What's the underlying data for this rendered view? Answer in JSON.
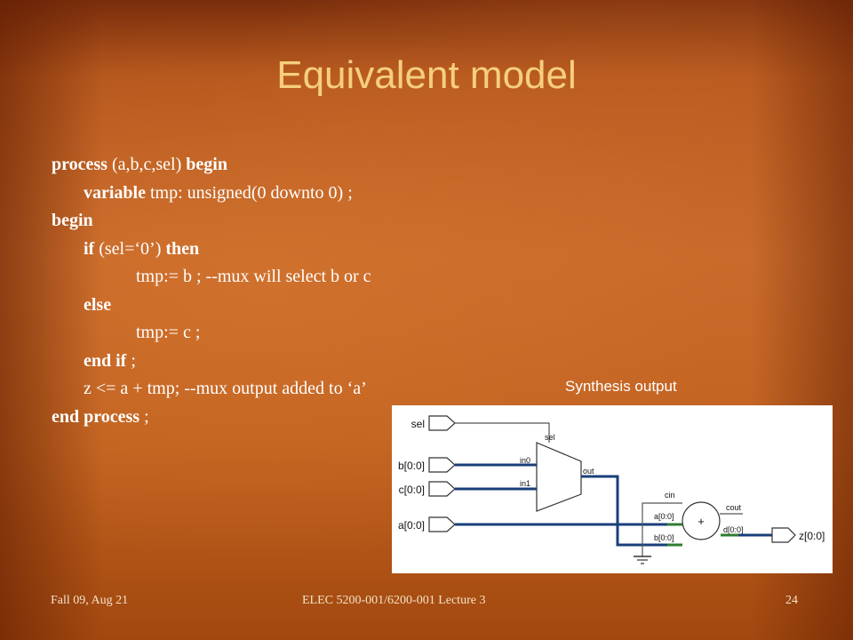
{
  "slide": {
    "title": "Equivalent model"
  },
  "code": {
    "l1_kw1": "process",
    "l1_text": " (a,b,c,sel) ",
    "l1_kw2": "begin",
    "l2_kw": "variable",
    "l2_text": " tmp: unsigned(0 downto 0) ;",
    "l3_kw": "begin",
    "l4_kw1": "if",
    "l4_text": " (sel=‘0’) ",
    "l4_kw2": "then",
    "l5_text": "tmp:= b ; --mux will select b or c",
    "l6_kw": "else",
    "l7_text": "tmp:= c ;",
    "l8_kw": "end if",
    "l8_text": " ;",
    "l9_text": "z <= a + tmp; --mux output added to ‘a’",
    "l10_kw": "end process",
    "l10_text": " ;"
  },
  "diagram": {
    "label": "Synthesis output",
    "ports": {
      "sel": "sel",
      "b": "b[0:0]",
      "c": "c[0:0]",
      "a": "a[0:0]",
      "z": "z[0:0]"
    },
    "mux": {
      "sel_pin": "sel",
      "in0_pin": "in0",
      "in1_pin": "in1",
      "out_pin": "out"
    },
    "adder": {
      "cin_pin": "cin",
      "a_pin": "a[0:0]",
      "b_pin": "b[0:0]",
      "cout_pin": "cout",
      "d_pin": "d[0:0]",
      "symbol": "+"
    },
    "colors": {
      "bus": "#1a3f7a",
      "wire": "#555555",
      "pin": "#2e7d32"
    }
  },
  "footer": {
    "left": "Fall 09, Aug 21",
    "center": "ELEC 5200-001/6200-001 Lecture 3",
    "page": "24"
  }
}
